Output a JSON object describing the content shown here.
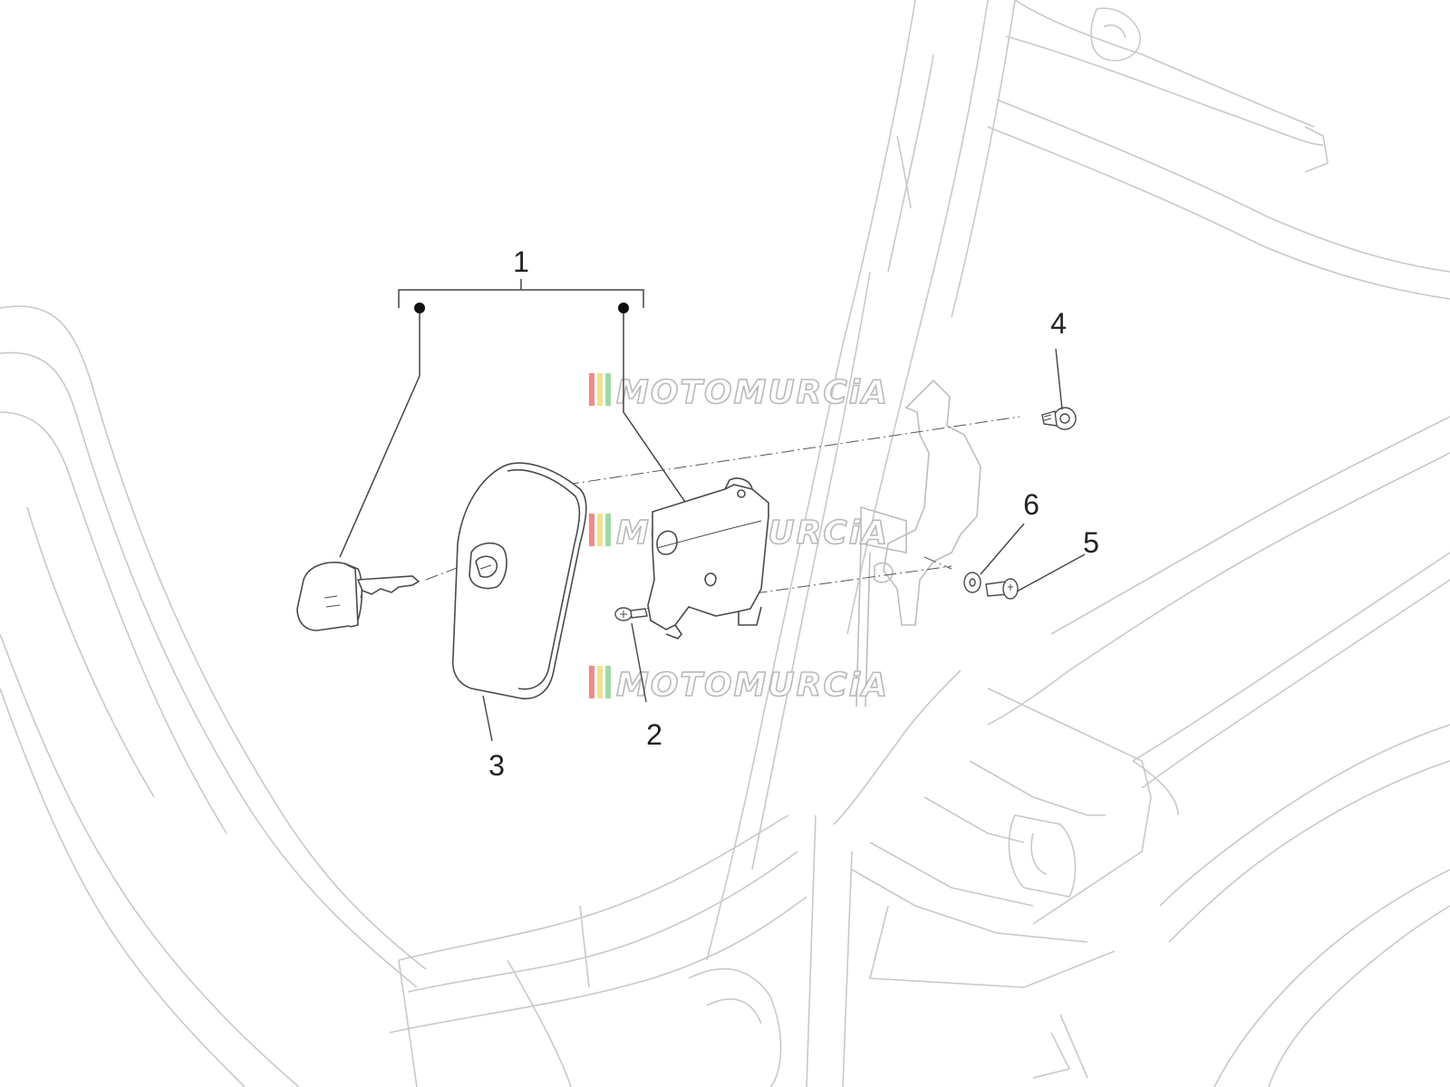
{
  "callouts": {
    "c1": "1",
    "c2": "2",
    "c3": "3",
    "c4": "4",
    "c5": "5",
    "c6": "6"
  },
  "watermark": {
    "text": "MOTOMURCiA",
    "stripe_colors": [
      "#f08a8a",
      "#f5e08a",
      "#9fd8a8"
    ]
  },
  "colors": {
    "line": "#c4c4c4",
    "part": "#4a4a4a",
    "background": "#ffffff"
  }
}
